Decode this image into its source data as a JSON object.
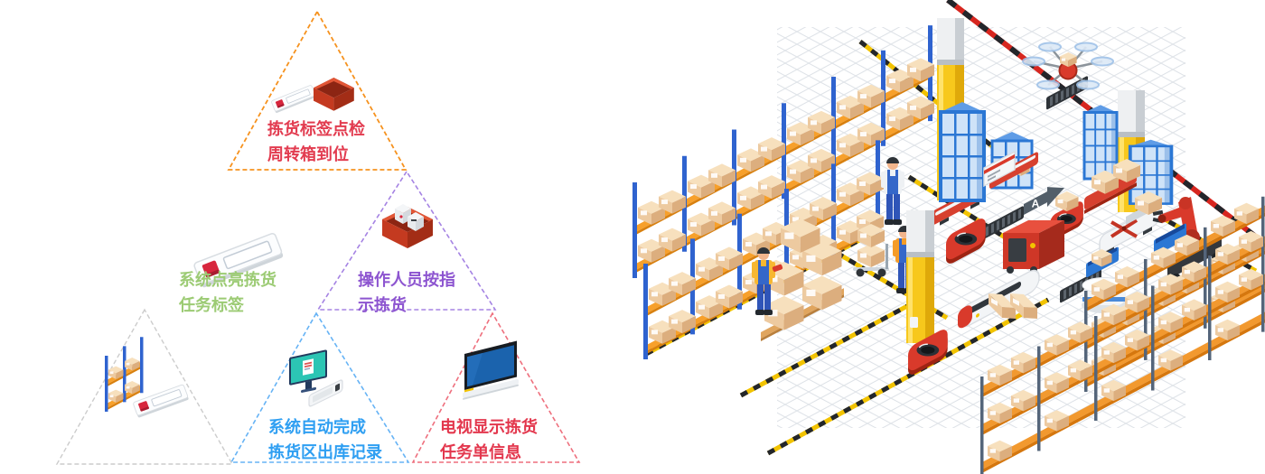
{
  "page": {
    "background": "#ffffff"
  },
  "diagram": {
    "title_hint": "digital picking process pyramid",
    "steps": [
      {
        "name": "tag-check",
        "text_color": "#e23c50",
        "border_color": "#f6921e",
        "icon": "rfid-tag-and-turnover-box",
        "lines": [
          "拣货标签点检",
          "周转箱到位"
        ]
      },
      {
        "name": "light-tag",
        "text_color": "#9ccb74",
        "border_color": "",
        "icon": "rfid-tag",
        "lines": [
          "系统点亮拣货",
          "任务标签"
        ]
      },
      {
        "name": "pick-by-sign",
        "text_color": "#8d55d0",
        "border_color": "#a583e3",
        "icon": "open-box-with-devices",
        "lines": [
          "操作人员按指",
          "示拣货"
        ]
      },
      {
        "name": "shelf",
        "text_color": "",
        "border_color": "#cccccc",
        "icon": "mini-shelf-with-tag",
        "lines": []
      },
      {
        "name": "auto-record",
        "text_color": "#2f9ff2",
        "border_color": "#66b3f5",
        "icon": "desktop-computer",
        "lines": [
          "系统自动完成",
          "拣货区出库记录"
        ]
      },
      {
        "name": "tv-display",
        "text_color": "#e3374d",
        "border_color": "#ee6f7d",
        "icon": "tv-screen",
        "lines": [
          "电视显示拣货",
          "任务单信息"
        ]
      }
    ]
  },
  "scene": {
    "arrow_label": "A",
    "colors": {
      "grid_line": "#dfe3e8",
      "hazard_yellow": "#f2c300",
      "hazard_black": "#23262b",
      "barrier_red": "#d7261f",
      "pillar_yellow": "#f7c81c",
      "rack_post_blue": "#2f63cf",
      "shelf_orange": "#f7a02b",
      "carton": "#edcaa0",
      "robot_red": "#d93a2b",
      "tower_blue": "#2b77d4",
      "worker_overalls": "#3567c9"
    }
  }
}
